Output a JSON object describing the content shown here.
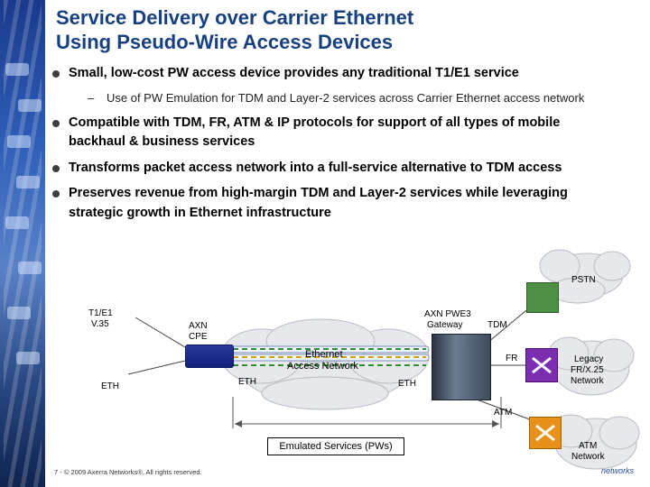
{
  "slide": {
    "title_line1": "Service Delivery over Carrier Ethernet",
    "title_line2": "Using Pseudo-Wire Access Devices",
    "bullets": [
      {
        "text": "Small, low-cost PW access device provides any traditional T1/E1 service"
      },
      {
        "text": "Compatible with TDM, FR, ATM & IP protocols for support of all types of mobile"
      },
      {
        "text": "backhaul & business services"
      },
      {
        "text": "Transforms packet access network into a full-service alternative to TDM access"
      },
      {
        "text": "Preserves revenue from high-margin TDM and Layer-2 services while leveraging"
      },
      {
        "text": "strategic growth in Ethernet infrastructure"
      }
    ],
    "sub_dash": "–",
    "sub_bullet": "Use of PW Emulation for TDM and Layer-2 services across Carrier Ethernet access network"
  },
  "diagram": {
    "pstn": "PSTN",
    "t1e1": "T1/E1",
    "v35": "V.35",
    "axn_cpe_1": "AXN",
    "axn_cpe_2": "CPE",
    "gateway_1": "AXN PWE3",
    "gateway_2": "Gateway",
    "tdm": "TDM",
    "fr": "FR",
    "legacy_1": "Legacy",
    "legacy_2": "FR/X.25",
    "legacy_3": "Network",
    "ethernet_1": "Ethernet",
    "ethernet_2": "Access Network",
    "eth_left": "ETH",
    "eth_mid_left": "ETH",
    "eth_mid_right": "ETH",
    "atm": "ATM",
    "atm_net_1": "ATM",
    "atm_net_2": "Network",
    "emulated": "Emulated Services (PWs)"
  },
  "footer": "7 - © 2009 Axerra Networks®. All rights reserved.",
  "logo_text": "networks",
  "colors": {
    "title": "#17407f",
    "cloud": "#e6e8ec",
    "dashed_green": "#2f8f2f",
    "orange": "#e8911a",
    "purple": "#7b2fb0"
  }
}
